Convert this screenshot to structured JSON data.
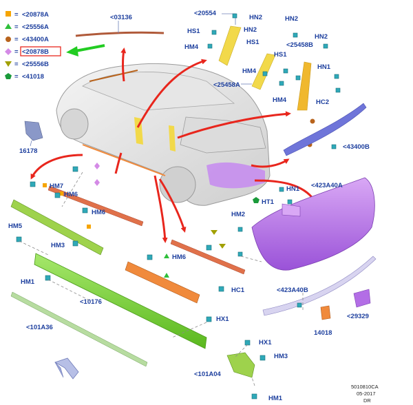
{
  "legend": [
    {
      "color": "#f6a500",
      "shape": "square",
      "text": "<20878A"
    },
    {
      "color": "#2fbf3b",
      "shape": "triangle",
      "text": "<25556A"
    },
    {
      "color": "#b8631c",
      "shape": "circle",
      "text": "<43400A"
    },
    {
      "color": "#d48ae6",
      "shape": "diamond",
      "text": "<20878B",
      "highlight": true
    },
    {
      "color": "#a1a000",
      "shape": "tri-down",
      "text": "<25556B"
    },
    {
      "color": "#1a9a3a",
      "shape": "pentagon",
      "text": "<41018"
    }
  ],
  "legend_sep": "=",
  "parts": {
    "p03136": "<03136",
    "p20554": "<20554",
    "p25458B": "<25458B",
    "p25458A": "<25458A",
    "p43400B": "<43400B",
    "p16178": "16178",
    "p423A40A": "<423A40A",
    "p423A40B": "<423A40B",
    "p29329": "<29329",
    "p14018": "14018",
    "p10176": "<10176",
    "p101A36": "<101A36",
    "p101A04": "<101A04"
  },
  "fasteners": {
    "hs1": "HS1",
    "hm4": "HM4",
    "hn2": "HN2",
    "hn1": "HN1",
    "hc2": "HC2",
    "hm7": "HM7",
    "hm6": "HM6",
    "hm5": "HM5",
    "hm3": "HM3",
    "hm1": "HM1",
    "hc1": "HC1",
    "hx1": "HX1",
    "hm2": "HM2",
    "ht1": "HT1"
  },
  "footer": {
    "code": "5010810CA",
    "date": "05-2017",
    "author": "DR"
  },
  "colors": {
    "label": "#1d3f9e",
    "callout_arrow": "#e8261d",
    "pointer_arrow": "#22cc22",
    "sill_green": "#7fd13a",
    "bumper_purple": "#b36ee6",
    "pillar_yellow": "#f2d94a",
    "orange_strip": "#f08a3c",
    "rail_blue": "#6f75d9"
  }
}
